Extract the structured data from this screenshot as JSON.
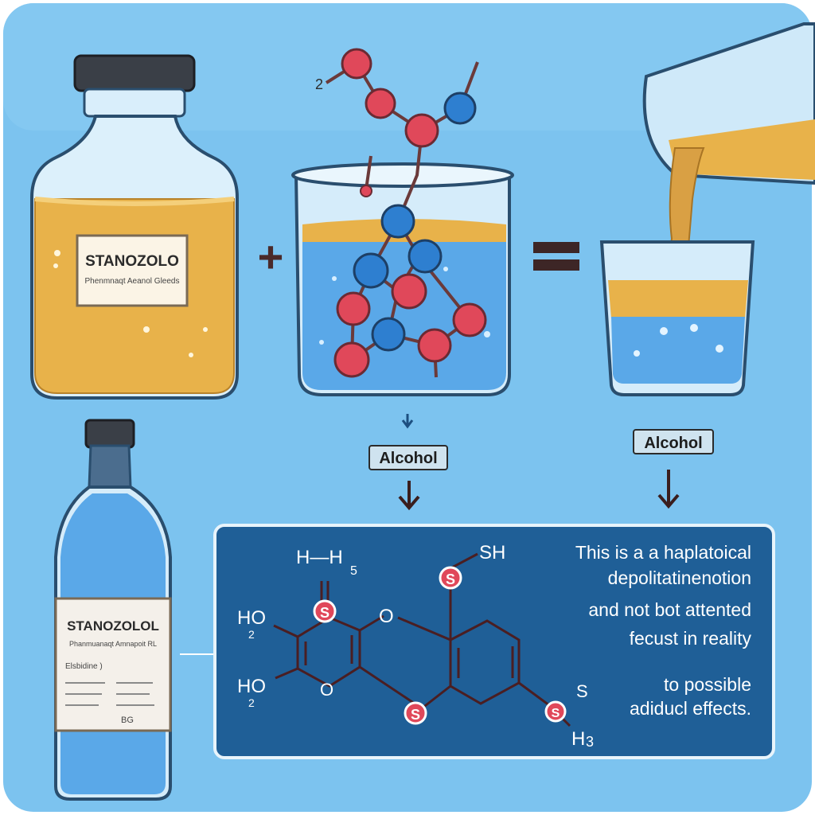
{
  "colors": {
    "background": "#7cc3ef",
    "panel": "#1f5f97",
    "amber_liquid": "#e8b24a",
    "blue_liquid": "#5aa8e8",
    "atom_red": "#e0485a",
    "atom_blue": "#2e7fd0",
    "sulfur_badge": "#e0485a"
  },
  "bottle_large": {
    "label_title": "STANOZOLO",
    "label_subtitle": "Phenmnaqt Aeanol Gleeds"
  },
  "bottle_small": {
    "label_title": "STANOZOLOL",
    "label_subtitle": "Phanmuanaqt Amnapoit RL",
    "label_line": "Elsbidine )",
    "label_code": "BG"
  },
  "operators": {
    "plus": "+",
    "equals": "="
  },
  "molecule_top": {
    "number_label": "2"
  },
  "arrows": {
    "left_label": "Alcohol",
    "right_label": "Alcohol"
  },
  "structure": {
    "h_top_left": "H—H",
    "h_top_left_sub": "5",
    "ho_upper": "HO",
    "ho_upper_sub": "2",
    "ho_lower": "HO",
    "ho_lower_sub": "2",
    "s_badge_left": "S",
    "o_upper": "O",
    "o_ring": "O",
    "s_badge_top": "S",
    "sh_top": "SH",
    "s_badge_bottom": "S",
    "s_badge_right": "S",
    "s_right": "S",
    "h_bottom": "H",
    "h_bottom_sub": "3"
  },
  "panel_text": {
    "line1": "This is a a haplatoical",
    "line2": "depolitatinenotion",
    "line3": "and not bot attented",
    "line4": "fecust in  reality",
    "line5": "to possible",
    "line6": "adiducl effects."
  }
}
